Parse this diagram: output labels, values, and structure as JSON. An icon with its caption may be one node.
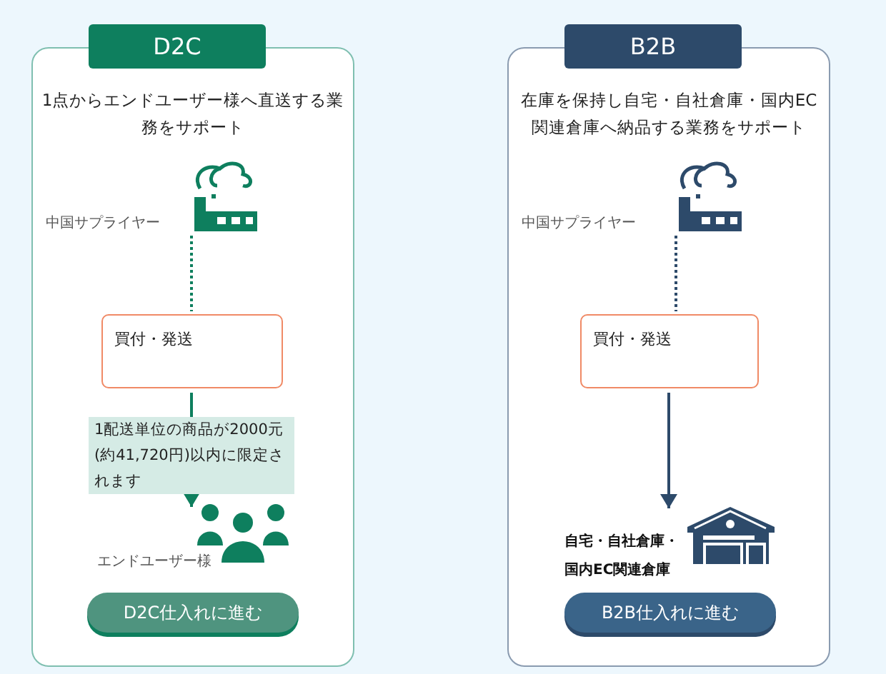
{
  "diagram": {
    "nodes": [
      {
        "text": [
          "D2C",
          "1点からエンドユーザー様へ直送する業務をサポート"
        ]
      },
      {
        "text": [],
        "shape": "picture",
        "in": 0,
        "beside": [
          "中国サプライヤー"
        ]
      },
      {
        "text": [
          "買付・発送"
        ],
        "in": 0
      },
      {
        "text": [],
        "shape": "person",
        "in": 0,
        "beside": [
          "エンドユーザー様"
        ]
      },
      {
        "text": [
          "D2C仕入れに進む"
        ],
        "in": 0
      },
      {
        "text": [
          "B2B",
          "在庫を保持し自宅・自社倉庫・国内EC関連倉庫へ納品する業務をサポート"
        ]
      },
      {
        "text": [],
        "shape": "picture",
        "in": 5,
        "beside": [
          "中国サプライヤー"
        ]
      },
      {
        "text": [
          "買付・発送"
        ],
        "in": 5
      },
      {
        "text": [],
        "shape": "picture",
        "in": 5,
        "beside": [
          "自宅・自社倉庫・国内EC関連倉庫"
        ]
      },
      {
        "text": [
          "B2B仕入れに進む"
        ],
        "in": 5
      }
    ],
    "edges": [
      {
        "from": 1,
        "to": 2,
        "arrow": "none",
        "style": "dashed",
        "color": "#0e7f5e"
      },
      {
        "from": 2,
        "to": 3,
        "arrow": "to",
        "label": "1配送単位の商品が2000元(約41,720円)以内に限定されます",
        "color": "#0e7f5e"
      },
      {
        "from": 6,
        "to": 7,
        "arrow": "none",
        "style": "dashed",
        "color": "#2d4a6a"
      },
      {
        "from": 7,
        "to": 8,
        "arrow": "to",
        "color": "#2d4a6a"
      }
    ]
  }
}
